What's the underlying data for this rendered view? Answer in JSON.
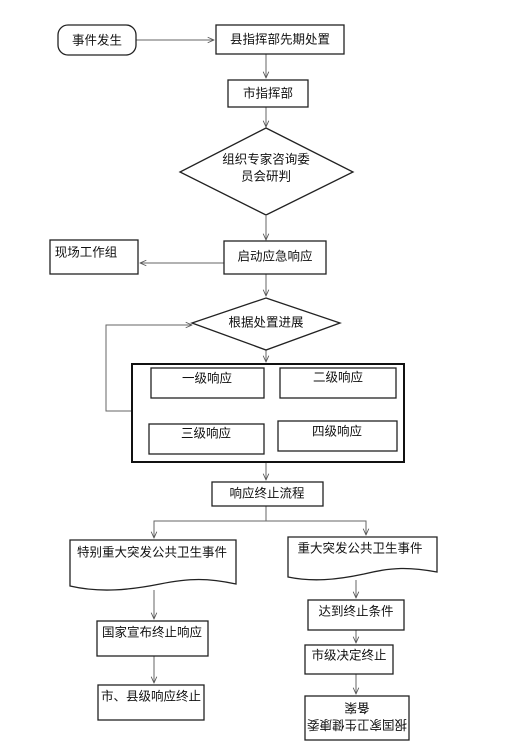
{
  "nodes": {
    "event_occurs": "事件发生",
    "county_first_response": "县指挥部先期处置",
    "city_command": "市指挥部",
    "expert_review": [
      "组织专家咨询委",
      "员会研判"
    ],
    "start_emergency_response": "启动应急响应",
    "field_work_group": "现场工作组",
    "according_to_progress": "根据处置进展",
    "level_one": "一级响应",
    "level_two": "二级响应",
    "level_three": "三级响应",
    "level_four": "四级响应",
    "termination_process": "响应终止流程",
    "especially_major_event": "特别重大突发公共卫生事件",
    "major_event": "重大突发公共卫生事件",
    "national_announce_termination": "国家宣布终止响应",
    "city_county_termination": "市、县级响应终止",
    "meet_termination_conditions": "达到终止条件",
    "city_decides_termination": "市级决定终止",
    "report_provincial_health": [
      "报国家卫生健康委",
      "备案"
    ]
  }
}
